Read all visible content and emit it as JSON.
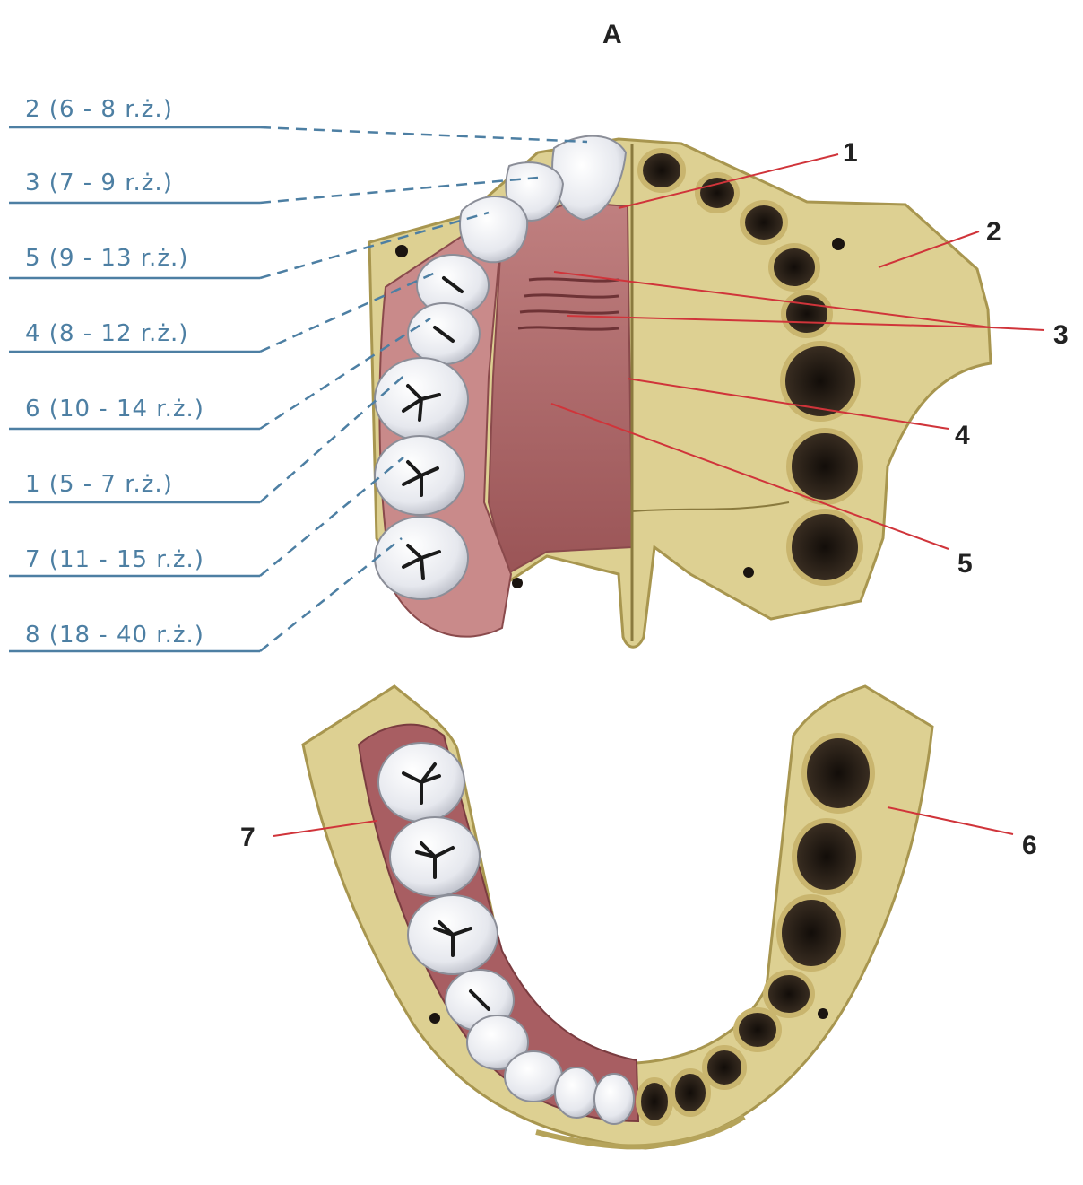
{
  "panel_letter": "A",
  "eruption_labels": [
    "2 (6 - 8 r.ż.)",
    "3 (7 - 9 r.ż.)",
    "5 (9 - 13 r.ż.)",
    "4 (8 - 12 r.ż.)",
    "6 (10 - 14 r.ż.)",
    "1 (5 - 7 r.ż.)",
    "7 (11 - 15 r.ż.)",
    "8 (18 - 40 r.ż.)"
  ],
  "anatomy_labels": [
    "1",
    "2",
    "3",
    "4",
    "5",
    "6",
    "7"
  ],
  "colors": {
    "bone": "#ddd092",
    "bone_edge": "#b5a35a",
    "gum": "#b36c6c",
    "gum_light": "#d79a98",
    "tooth": "#f2f3f6",
    "socket": "#2a211a",
    "leader_red": "#d0343a",
    "leader_blue": "#4d7fa3"
  }
}
